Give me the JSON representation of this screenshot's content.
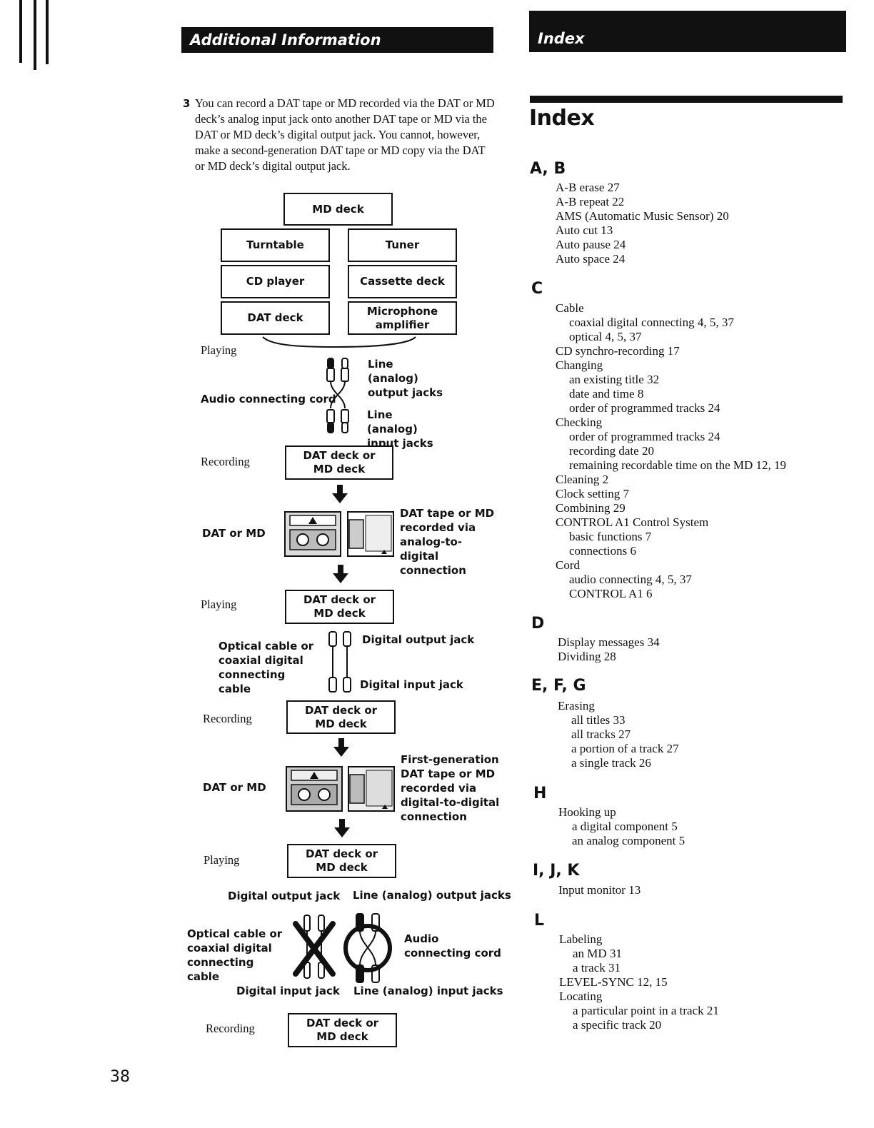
{
  "left_header": "Additional Information",
  "right_header": "Index",
  "paragraph": {
    "number": "3",
    "text": "You can record a DAT tape or MD recorded via the DAT or MD deck’s analog input jack onto another DAT tape or MD via the DAT or MD deck’s digital output jack. You cannot, however, make a second-generation DAT tape or MD copy via the DAT or MD deck’s digital output jack."
  },
  "diagram": {
    "sources": [
      "MD deck",
      "Turntable",
      "Tuner",
      "CD player",
      "Cassette deck",
      "DAT deck",
      "Microphone amplifier"
    ],
    "playing": "Playing",
    "recording": "Recording",
    "audio_cord": "Audio connecting cord",
    "line_out": "Line (analog) output jacks",
    "line_in": "Line (analog) input jacks",
    "deck": "DAT deck or MD deck",
    "dat_or_md": "DAT or MD",
    "media1_note": "DAT tape or MD recorded via analog-to-digital connection",
    "optical_cable": "Optical cable or coaxial digital connecting cable",
    "digital_out": "Digital output jack",
    "digital_in": "Digital input jack",
    "media2_note": "First-generation DAT tape or MD recorded via digital-to-digital connection",
    "bottom_digital_out": "Digital output jack",
    "bottom_line_out": "Line (analog) output jacks",
    "bottom_optical": "Optical cable or coaxial digital connecting cable",
    "bottom_audio": "Audio connecting cord",
    "bottom_digital_in": "Digital input jack",
    "bottom_line_in": "Line (analog) input jacks"
  },
  "page_number": "38",
  "index_title": "Index",
  "index": [
    {
      "letter": "A, B",
      "entries": [
        {
          "t": "A-B erase  27"
        },
        {
          "t": "A-B repeat  22"
        },
        {
          "t": "AMS (Automatic Music Sensor)  20"
        },
        {
          "t": "Auto cut  13"
        },
        {
          "t": "Auto pause  24"
        },
        {
          "t": "Auto space  24"
        }
      ]
    },
    {
      "letter": "C",
      "entries": [
        {
          "t": "Cable"
        },
        {
          "t": "coaxial digital connecting  4, 5, 37",
          "sub": true
        },
        {
          "t": "optical  4, 5, 37",
          "sub": true
        },
        {
          "t": "CD synchro-recording  17"
        },
        {
          "t": "Changing"
        },
        {
          "t": "an existing title  32",
          "sub": true
        },
        {
          "t": "date and time  8",
          "sub": true
        },
        {
          "t": "order of programmed tracks  24",
          "sub": true
        },
        {
          "t": "Checking"
        },
        {
          "t": "order of programmed tracks  24",
          "sub": true
        },
        {
          "t": "recording date  20",
          "sub": true
        },
        {
          "t": "remaining recordable time on the MD  12, 19",
          "sub": true
        },
        {
          "t": "Cleaning  2"
        },
        {
          "t": "Clock setting  7"
        },
        {
          "t": "Combining  29"
        },
        {
          "t": "CONTROL A1 Control System"
        },
        {
          "t": "basic functions  7",
          "sub": true
        },
        {
          "t": "connections  6",
          "sub": true
        },
        {
          "t": "Cord"
        },
        {
          "t": "audio connecting  4, 5, 37",
          "sub": true
        },
        {
          "t": "CONTROL A1  6",
          "sub": true
        }
      ]
    },
    {
      "letter": "D",
      "entries": [
        {
          "t": "Display messages  34"
        },
        {
          "t": "Dividing  28"
        }
      ]
    },
    {
      "letter": "E, F, G",
      "entries": [
        {
          "t": "Erasing"
        },
        {
          "t": "all titles  33",
          "sub": true
        },
        {
          "t": "all tracks  27",
          "sub": true
        },
        {
          "t": "a portion of a track  27",
          "sub": true
        },
        {
          "t": "a single track  26",
          "sub": true
        }
      ]
    },
    {
      "letter": "H",
      "entries": [
        {
          "t": "Hooking up"
        },
        {
          "t": "a digital component  5",
          "sub": true
        },
        {
          "t": "an analog component  5",
          "sub": true
        }
      ]
    },
    {
      "letter": "I, J, K",
      "entries": [
        {
          "t": "Input monitor  13"
        }
      ]
    },
    {
      "letter": "L",
      "entries": [
        {
          "t": "Labeling"
        },
        {
          "t": "an MD  31",
          "sub": true
        },
        {
          "t": "a track  31",
          "sub": true
        },
        {
          "t": "LEVEL-SYNC  12, 15"
        },
        {
          "t": "Locating"
        },
        {
          "t": "a particular point in a track  21",
          "sub": true
        },
        {
          "t": "a specific track  20",
          "sub": true
        }
      ]
    }
  ]
}
